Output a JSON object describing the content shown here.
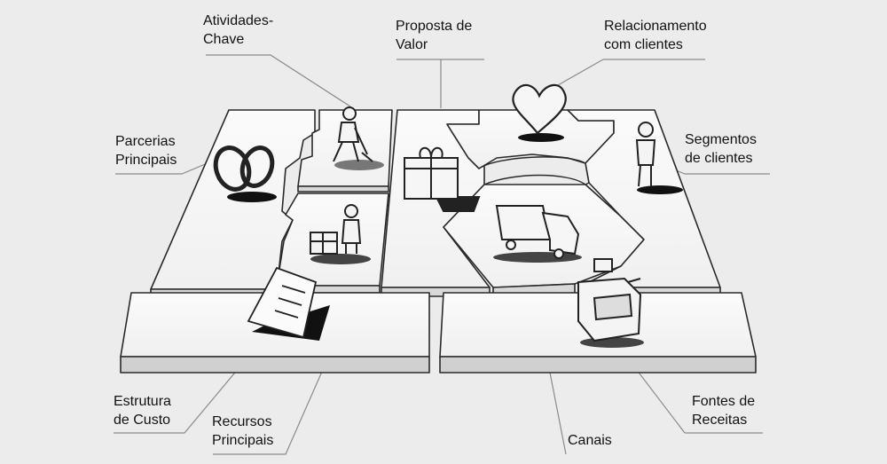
{
  "labels": {
    "key_activities": "Atividades-\nChave",
    "value_proposition": "Proposta de\nValor",
    "customer_relationships": "Relacionamento\ncom clientes",
    "key_partners": "Parcerias\nPrincipais",
    "customer_segments": "Segmentos\nde clientes",
    "cost_structure": "Estrutura\nde Custo",
    "key_resources": "Recursos\nPrincipais",
    "channels": "Canais",
    "revenue_streams": "Fontes de\nReceitas"
  },
  "colors": {
    "background": "#ececec",
    "board_top": "#f8f8f8",
    "board_edge": "#d4d4d4",
    "ink": "#222222",
    "leader_line": "#8a8a8a"
  },
  "icons": {
    "key_partners": "rings-icon",
    "key_activities": "digging-person-icon",
    "key_resources": "person-with-boxes-icon",
    "value_proposition": "gift-boxes-icon",
    "customer_relationships": "heart-icon",
    "channels": "truck-icon",
    "customer_segments": "standing-person-icon",
    "cost_structure": "invoice-document-icon",
    "revenue_streams": "cash-register-icon"
  }
}
